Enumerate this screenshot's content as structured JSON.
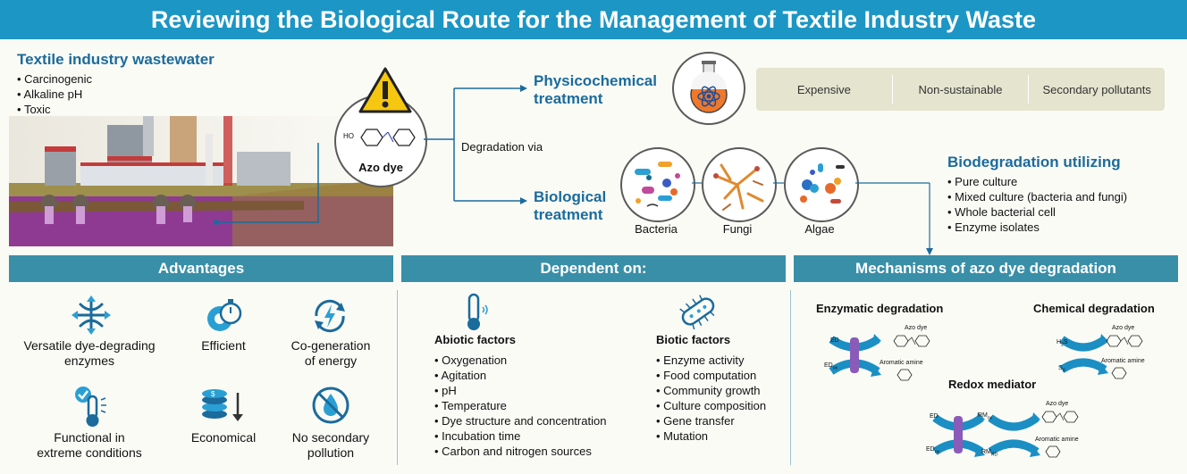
{
  "title": "Reviewing the Biological Route for the Management of Textile Industry Waste",
  "wastewater": {
    "heading": "Textile industry wastewater",
    "bullets": [
      "Carcinogenic",
      "Alkaline pH",
      "Toxic"
    ]
  },
  "azo": {
    "label": "Azo dye",
    "ho": "HO"
  },
  "degradation_via": "Degradation via",
  "physicochemical": {
    "label_line1": "Physicochemical",
    "label_line2": "treatment",
    "tags": [
      "Expensive",
      "Non-sustainable",
      "Secondary pollutants"
    ]
  },
  "biological": {
    "label_line1": "Biological",
    "label_line2": "treatment",
    "organisms": [
      "Bacteria",
      "Fungi",
      "Algae"
    ]
  },
  "biodegradation": {
    "heading": "Biodegradation utilizing",
    "bullets": [
      "Pure culture",
      "Mixed culture (bacteria and fungi)",
      "Whole bacterial cell",
      "Enzyme isolates"
    ]
  },
  "sections": {
    "advantages": "Advantages",
    "dependent": "Dependent on:",
    "mechanisms": "Mechanisms of azo dye degradation"
  },
  "advantages": [
    {
      "line1": "Versatile dye-degrading",
      "line2": "enzymes",
      "icon": "dna-arrows-icon"
    },
    {
      "line1": "Efficient",
      "line2": "",
      "icon": "gear-stopwatch-icon"
    },
    {
      "line1": "Co-generation",
      "line2": "of energy",
      "icon": "energy-cycle-icon"
    },
    {
      "line1": "Functional in",
      "line2": "extreme conditions",
      "icon": "thermometer-check-icon"
    },
    {
      "line1": "Economical",
      "line2": "",
      "icon": "coins-icon"
    },
    {
      "line1": "No secondary",
      "line2": "pollution",
      "icon": "no-pollution-icon"
    }
  ],
  "abiotic": {
    "heading": "Abiotic factors",
    "items": [
      "Oxygenation",
      "Agitation",
      "pH",
      "Temperature",
      "Dye structure and concentration",
      "Incubation time",
      "Carbon and nitrogen sources"
    ]
  },
  "biotic": {
    "heading": "Biotic factors",
    "items": [
      "Enzyme activity",
      "Food computation",
      "Community growth",
      "Culture composition",
      "Gene transfer",
      "Mutation"
    ]
  },
  "mechanisms": {
    "enzymatic": "Enzymatic degradation",
    "chemical": "Chemical degradation",
    "redox": "Redox mediator",
    "azo_dye": "Azo dye",
    "aromatic_amine": "Aromatic amine",
    "ed": "ED",
    "ed_ox": "ED",
    "ed_sub": "ox",
    "h2s": "H",
    "h2s_sub": "2",
    "h2s_s": "S",
    "sx": "S",
    "sx_sub": "X",
    "rm": "RM",
    "rm_sub1": "ox",
    "rm_sub2": "RD"
  },
  "colors": {
    "title_bar": "#1c96c4",
    "section_bar": "#3a8fa8",
    "heading_blue": "#1b6b9c",
    "tag_bg": "#e4e4cf"
  }
}
